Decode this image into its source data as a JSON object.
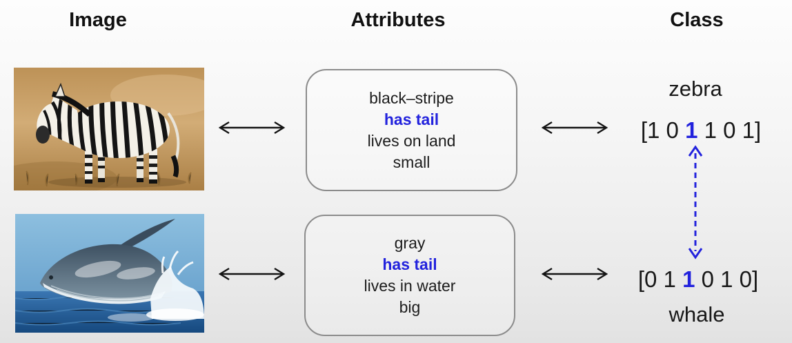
{
  "headers": {
    "image": "Image",
    "attributes": "Attributes",
    "class": "Class"
  },
  "colors": {
    "accent_blue": "#2222dd",
    "arrow_black": "#141414",
    "box_border": "#8b8b8b"
  },
  "icons": {
    "horizontal_arrow": "left-right-double-arrow",
    "vertical_dashed_arrow": "blue-dashed-up-down-arrow"
  },
  "rows": [
    {
      "image_name": "zebra-photo",
      "attributes": {
        "line1": "black–stripe",
        "line2": "has tail",
        "line3": "lives on land",
        "line4": "small"
      },
      "class_label": "zebra",
      "vector": {
        "prefix": "[1 0 ",
        "highlight": "1",
        "suffix": " 1 0 1]"
      }
    },
    {
      "image_name": "whale-photo",
      "attributes": {
        "line1": "gray",
        "line2": "has tail",
        "line3": "lives in water",
        "line4": "big"
      },
      "class_label": "whale",
      "vector": {
        "prefix": "[0 1 ",
        "highlight": "1",
        "suffix": " 0 1 0]"
      }
    }
  ]
}
